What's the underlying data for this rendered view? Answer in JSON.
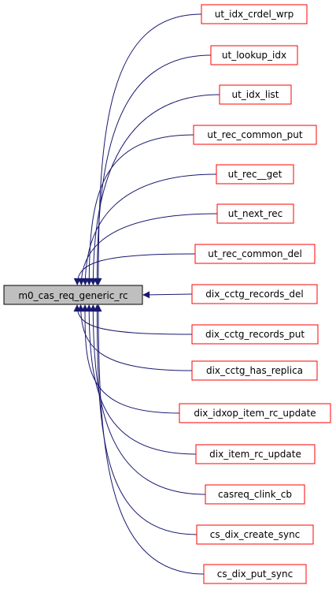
{
  "graph": {
    "root": {
      "label": "m0_cas_req_generic_rc",
      "fill": "#bfbfbf",
      "border": "#000000"
    },
    "callers": [
      "ut_idx_crdel_wrp",
      "ut_lookup_idx",
      "ut_idx_list",
      "ut_rec_common_put",
      "ut_rec__get",
      "ut_next_rec",
      "ut_rec_common_del",
      "dix_cctg_records_del",
      "dix_cctg_records_put",
      "dix_cctg_has_replica",
      "dix_idxop_item_rc_update",
      "dix_item_rc_update",
      "casreq_clink_cb",
      "cs_dix_create_sync",
      "cs_dix_put_sync"
    ],
    "colors": {
      "caller_border": "#ff0000",
      "edge": "#191970"
    }
  }
}
